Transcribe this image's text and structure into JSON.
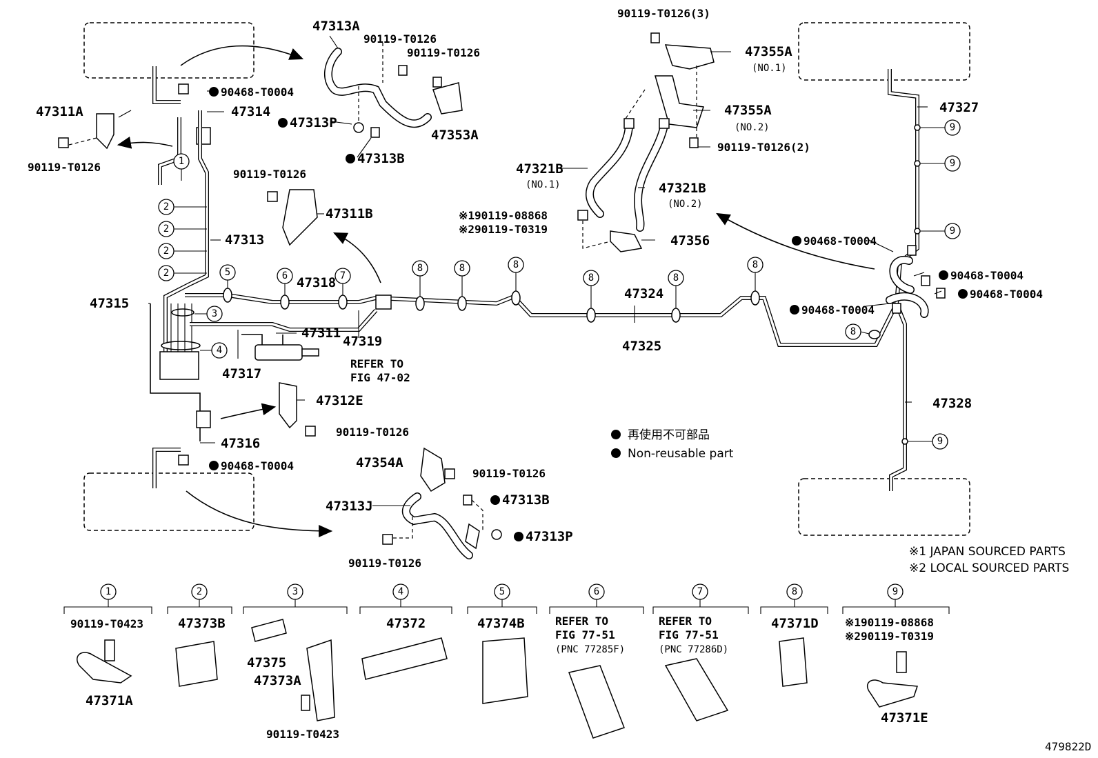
{
  "labels": {
    "p47313A": "47313A",
    "p90119_T0126_a": "90119-T0126",
    "p90119_T0126_b": "90119-T0126",
    "p90468_T0004_a": "90468-T0004",
    "p47314": "47314",
    "p47311A": "47311A",
    "p90119_T0126_c": "90119-T0126",
    "p47313P_a": "47313P",
    "p47353A": "47353A",
    "p47313B_a": "47313B",
    "p90119_T0126_d": "90119-T0126",
    "p47311B": "47311B",
    "p47313": "47313",
    "p47318": "47318",
    "p47315": "47315",
    "p47311": "47311",
    "p47319": "47319",
    "refer_47_a": "REFER TO",
    "refer_47_b": "FIG 47-02",
    "p47317": "47317",
    "p47312E": "47312E",
    "p90119_T0126_e": "90119-T0126",
    "p47316": "47316",
    "p90468_T0004_b": "90468-T0004",
    "p47354A": "47354A",
    "p90119_T0126_f": "90119-T0126",
    "p47313J": "47313J",
    "p47313B_b": "47313B",
    "p47313P_b": "47313P",
    "p90119_T0126_g": "90119-T0126",
    "p90119_T0126_3": "90119-T0126(3)",
    "p47355A_1": "47355A",
    "no1_a": "(NO.1)",
    "p47355A_2": "47355A",
    "no2_a": "(NO.2)",
    "p90119_T0126_2": "90119-T0126(2)",
    "p47321B_1": "47321B",
    "no1_b": "(NO.1)",
    "p47321B_2": "47321B",
    "no2_b": "(NO.2)",
    "m1_90119_08868": "※190119-08868",
    "m2_90119_T0319": "※290119-T0319",
    "p47356": "47356",
    "p47327": "47327",
    "p90468_T0004_c": "90468-T0004",
    "p90468_T0004_d": "90468-T0004",
    "p90468_T0004_e": "90468-T0004",
    "p90468_T0004_f": "90468-T0004",
    "p47324": "47324",
    "p47325": "47325",
    "p47328": "47328",
    "legend_jp": "再使用不可部品",
    "legend_en": "Non-reusable part",
    "note1": "※1 JAPAN SOURCED PARTS",
    "note2": "※2 LOCAL SOURCED PARTS",
    "fig_id": "479822D"
  },
  "callouts": {
    "c1": "1",
    "c2": "2",
    "c3": "3",
    "c4": "4",
    "c5": "5",
    "c6": "6",
    "c7": "7",
    "c8": "8",
    "c9": "9"
  },
  "legend_details": {
    "d1_bolt": "90119-T0423",
    "d1_part": "47371A",
    "d2_part": "47373B",
    "d3_a": "47375",
    "d3_b": "47373A",
    "d3_bolt": "90119-T0423",
    "d4_part": "47372",
    "d5_part": "47374B",
    "d6_l1": "REFER TO",
    "d6_l2": "FIG 77-51",
    "d6_l3": "(PNC 77285F)",
    "d7_l1": "REFER TO",
    "d7_l2": "FIG 77-51",
    "d7_l3": "(PNC 77286D)",
    "d8_part": "47371D",
    "d9_l1": "※190119-08868",
    "d9_l2": "※290119-T0319",
    "d9_part": "47371E"
  }
}
